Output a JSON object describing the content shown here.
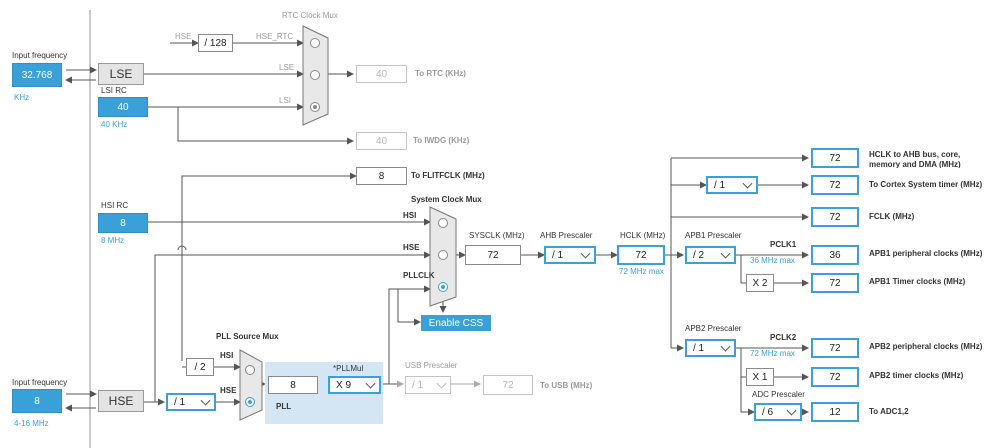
{
  "left": {
    "input_frequency_label": "Input frequency",
    "lse_value": "32.768",
    "lse_unit": "KHz",
    "lse_label": "LSE",
    "lsi_rc_label": "LSI RC",
    "lsi_value": "40",
    "lsi_unit": "40 KHz",
    "hsi_rc_label": "HSI RC",
    "hsi_value": "8",
    "hsi_unit": "8 MHz",
    "hse_input_frequency_label": "Input frequency",
    "hse_value": "8",
    "hse_range": "4-16 MHz",
    "hse_label": "HSE"
  },
  "rtc": {
    "mux_title": "RTC Clock Mux",
    "hse_label": "HSE",
    "div_value": "/ 128",
    "hse_rtc_label": "HSE_RTC",
    "lse_label": "LSE",
    "lsi_label": "LSI",
    "rtc_value": "40",
    "rtc_dest": "To RTC (KHz)",
    "iwdg_value": "40",
    "iwdg_dest": "To IWDG (KHz)"
  },
  "flit": {
    "value": "8",
    "dest": "To FLITFCLK (MHz)"
  },
  "sysmux": {
    "title": "System Clock Mux",
    "hsi_label": "HSI",
    "hse_label": "HSE",
    "pllclk_label": "PLLCLK",
    "enable_css_label": "Enable CSS"
  },
  "sysclk": {
    "label": "SYSCLK (MHz)",
    "value": "72"
  },
  "ahb": {
    "label": "AHB Prescaler",
    "value": "/ 1"
  },
  "hclk": {
    "label": "HCLK (MHz)",
    "value": "72",
    "max": "72 MHz max"
  },
  "outputs": {
    "hclk_ahb_value": "72",
    "hclk_ahb_label": "HCLK to AHB bus, core,",
    "hclk_ahb_label2": "memory and DMA (MHz)",
    "cortex_div": "/ 1",
    "cortex_value": "72",
    "cortex_label": "To Cortex System timer (MHz)",
    "fclk_value": "72",
    "fclk_label": "FCLK (MHz)"
  },
  "apb1": {
    "prescaler_label": "APB1 Prescaler",
    "prescaler_value": "/ 2",
    "pclk_label": "PCLK1",
    "max": "36 MHz max",
    "periph_value": "36",
    "periph_label": "APB1 peripheral clocks (MHz)",
    "timer_mult": "X 2",
    "timer_value": "72",
    "timer_label": "APB1 Timer clocks (MHz)"
  },
  "apb2": {
    "prescaler_label": "APB2 Prescaler",
    "prescaler_value": "/ 1",
    "pclk_label": "PCLK2",
    "max": "72 MHz max",
    "periph_value": "72",
    "periph_label": "APB2 peripheral clocks (MHz)",
    "timer_mult": "X 1",
    "timer_value": "72",
    "timer_label": "APB2 timer clocks (MHz)"
  },
  "adc": {
    "label": "ADC Prescaler",
    "value": "/ 6",
    "out_value": "12",
    "dest": "To ADC1,2"
  },
  "pll": {
    "source_mux_title": "PLL Source Mux",
    "div2": "/ 2",
    "hsi_label": "HSI",
    "hse_label": "HSE",
    "hse_div": "/ 1",
    "input_value": "8",
    "mul_title": "*PLLMul",
    "mul_value": "X 9",
    "block_label": "PLL"
  },
  "usb": {
    "label": "USB Prescaler",
    "value": "/ 1",
    "out_value": "72",
    "dest": "To USB (MHz)"
  },
  "colors": {
    "accent": "#3aa0d8",
    "pll_bg": "#d4e6f3",
    "wire": "#555555"
  }
}
